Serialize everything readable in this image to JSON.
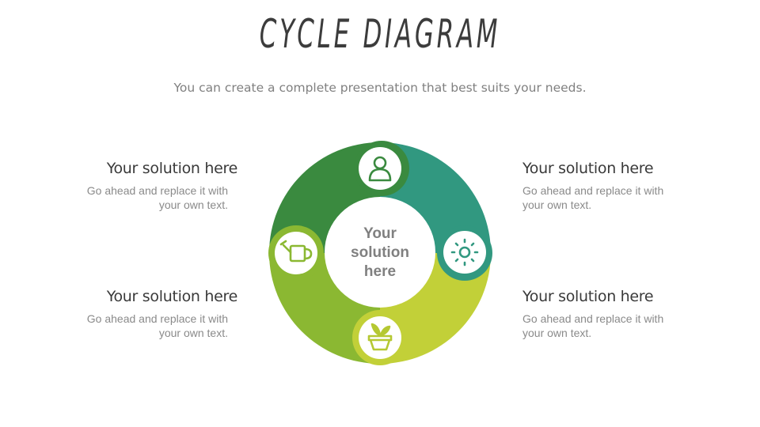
{
  "header": {
    "title": "CYCLE DIAGRAM",
    "subtitle": "You can create a complete presentation that best suits your needs."
  },
  "cycle": {
    "center_text": [
      "Your",
      "solution",
      "here"
    ],
    "colors": {
      "dark_green": "#3A8A3F",
      "teal": "#319880",
      "yellow_green": "#C2D038",
      "green": "#8BB832",
      "center_text": "#808080"
    },
    "nodes": [
      {
        "position": "top",
        "icon": "user-icon",
        "color": "#3A8A3F"
      },
      {
        "position": "right",
        "icon": "sun-icon",
        "color": "#319880"
      },
      {
        "position": "bottom",
        "icon": "plant-pot-icon",
        "color": "#C2D038"
      },
      {
        "position": "left",
        "icon": "watering-can-icon",
        "color": "#8BB832"
      }
    ]
  },
  "blocks": [
    {
      "id": "top-left",
      "heading": "Your solution here",
      "body_line1": "Go ahead and replace it with",
      "body_line2": "your own text."
    },
    {
      "id": "top-right",
      "heading": "Your solution here",
      "body_line1": "Go ahead and replace it with",
      "body_line2": "your own text."
    },
    {
      "id": "bottom-left",
      "heading": "Your solution here",
      "body_line1": "Go ahead and replace it with",
      "body_line2": "your own text."
    },
    {
      "id": "bottom-right",
      "heading": "Your solution here",
      "body_line1": "Go ahead and replace it with",
      "body_line2": "your own text."
    }
  ]
}
